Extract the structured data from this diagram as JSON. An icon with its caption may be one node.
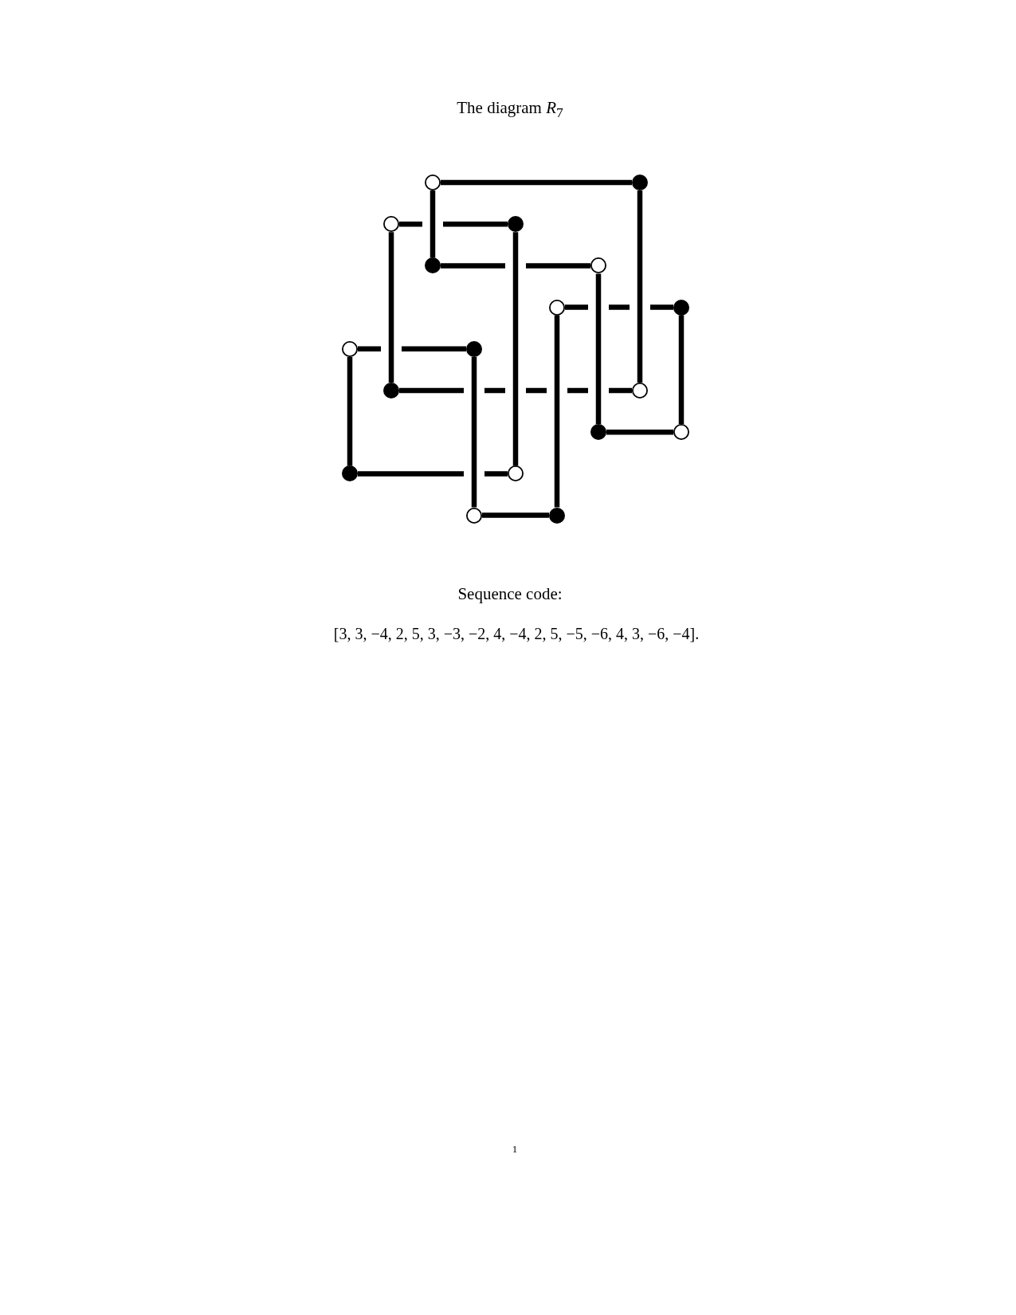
{
  "diagram": {
    "title": "The diagram *R*$_{7}$",
    "nodes": [
      {
        "text": [],
        "shape": "circle"
      },
      {
        "text": [],
        "shape": "circle"
      },
      {
        "text": [],
        "shape": "circle"
      },
      {
        "text": [],
        "shape": "circle"
      },
      {
        "text": [],
        "shape": "circle"
      },
      {
        "text": [],
        "shape": "circle"
      },
      {
        "text": [],
        "shape": "circle"
      },
      {
        "text": [],
        "shape": "circle"
      },
      {
        "text": [],
        "shape": "circle"
      },
      {
        "text": [],
        "shape": "circle"
      },
      {
        "text": [],
        "shape": "circle"
      },
      {
        "text": [],
        "shape": "circle"
      },
      {
        "text": [],
        "shape": "circle"
      },
      {
        "text": [],
        "shape": "circle"
      },
      {
        "text": [],
        "shape": "circle"
      },
      {
        "text": [],
        "shape": "circle"
      },
      {
        "text": [],
        "shape": "circle"
      },
      {
        "text": [],
        "shape": "circle"
      }
    ],
    "edges": [
      {
        "from": 0,
        "to": 1,
        "arrow": "none"
      },
      {
        "from": 2,
        "to": 3,
        "arrow": "none"
      },
      {
        "from": 4,
        "to": 5,
        "arrow": "none"
      },
      {
        "from": 6,
        "to": 7,
        "arrow": "none"
      },
      {
        "from": 8,
        "to": 9,
        "arrow": "none"
      },
      {
        "from": 10,
        "to": 11,
        "arrow": "none"
      },
      {
        "from": 12,
        "to": 13,
        "arrow": "none"
      },
      {
        "from": 14,
        "to": 15,
        "arrow": "none"
      },
      {
        "from": 16,
        "to": 17,
        "arrow": "none"
      },
      {
        "from": 8,
        "to": 14,
        "arrow": "none"
      },
      {
        "from": 2,
        "to": 10,
        "arrow": "none"
      },
      {
        "from": 0,
        "to": 4,
        "arrow": "none"
      },
      {
        "from": 9,
        "to": 16,
        "arrow": "none"
      },
      {
        "from": 3,
        "to": 15,
        "arrow": "none"
      },
      {
        "from": 6,
        "to": 17,
        "arrow": "none"
      },
      {
        "from": 5,
        "to": 12,
        "arrow": "none"
      },
      {
        "from": 1,
        "to": 11,
        "arrow": "none"
      },
      {
        "from": 7,
        "to": 13,
        "arrow": "none"
      }
    ],
    "labels": [
      "Sequence code:",
      "[3, 3, −4, 2, 5, 3, −3, −2, 4, −4, 2, 5, −5, −6, 4, 3, −6, −4].",
      "1"
    ]
  }
}
